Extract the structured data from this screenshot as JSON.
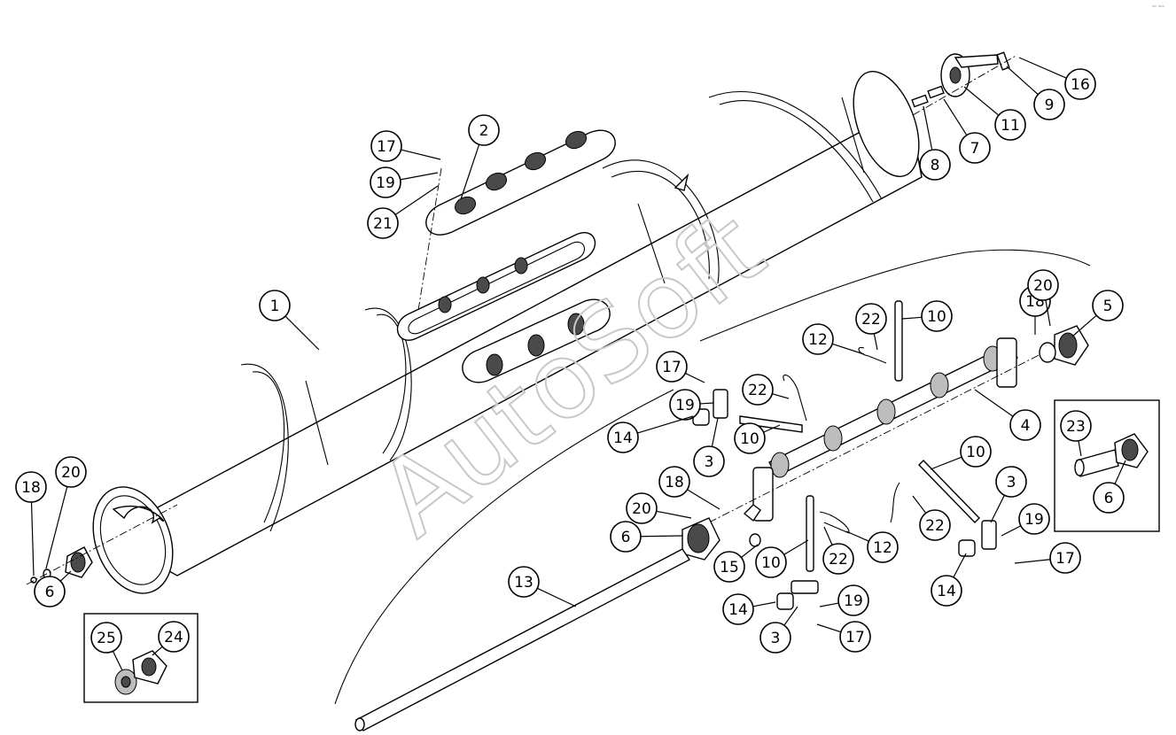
{
  "watermark": "AutoSoft",
  "corner_code": "ᵃᵇ ᵃᵃᵃ",
  "callouts": [
    {
      "id": "c1",
      "label": "1"
    },
    {
      "id": "c2",
      "label": "2"
    },
    {
      "id": "c17a",
      "label": "17"
    },
    {
      "id": "c19a",
      "label": "19"
    },
    {
      "id": "c21",
      "label": "21"
    },
    {
      "id": "c16",
      "label": "16"
    },
    {
      "id": "c9",
      "label": "9"
    },
    {
      "id": "c11",
      "label": "11"
    },
    {
      "id": "c7",
      "label": "7"
    },
    {
      "id": "c8",
      "label": "8"
    },
    {
      "id": "c18a",
      "label": "18"
    },
    {
      "id": "c20a",
      "label": "20"
    },
    {
      "id": "c5",
      "label": "5"
    },
    {
      "id": "c22a",
      "label": "22"
    },
    {
      "id": "c10a",
      "label": "10"
    },
    {
      "id": "c12a",
      "label": "12"
    },
    {
      "id": "c17b",
      "label": "17"
    },
    {
      "id": "c22b",
      "label": "22"
    },
    {
      "id": "c19b",
      "label": "19"
    },
    {
      "id": "c14a",
      "label": "14"
    },
    {
      "id": "c10b",
      "label": "10"
    },
    {
      "id": "c3a",
      "label": "3"
    },
    {
      "id": "c4",
      "label": "4"
    },
    {
      "id": "c23",
      "label": "23"
    },
    {
      "id": "c6a",
      "label": "6"
    },
    {
      "id": "c10c",
      "label": "10"
    },
    {
      "id": "c3b",
      "label": "3"
    },
    {
      "id": "c22c",
      "label": "22"
    },
    {
      "id": "c19c",
      "label": "19"
    },
    {
      "id": "c17c",
      "label": "17"
    },
    {
      "id": "c14b",
      "label": "14"
    },
    {
      "id": "c12b",
      "label": "12"
    },
    {
      "id": "c18b",
      "label": "18"
    },
    {
      "id": "c20b",
      "label": "20"
    },
    {
      "id": "c6b",
      "label": "6"
    },
    {
      "id": "c15",
      "label": "15"
    },
    {
      "id": "c10d",
      "label": "10"
    },
    {
      "id": "c22d",
      "label": "22"
    },
    {
      "id": "c13",
      "label": "13"
    },
    {
      "id": "c14c",
      "label": "14"
    },
    {
      "id": "c19d",
      "label": "19"
    },
    {
      "id": "c3c",
      "label": "3"
    },
    {
      "id": "c17d",
      "label": "17"
    },
    {
      "id": "c18c",
      "label": "18"
    },
    {
      "id": "c20c",
      "label": "20"
    },
    {
      "id": "c6c",
      "label": "6"
    },
    {
      "id": "c25",
      "label": "25"
    },
    {
      "id": "c24",
      "label": "24"
    }
  ]
}
